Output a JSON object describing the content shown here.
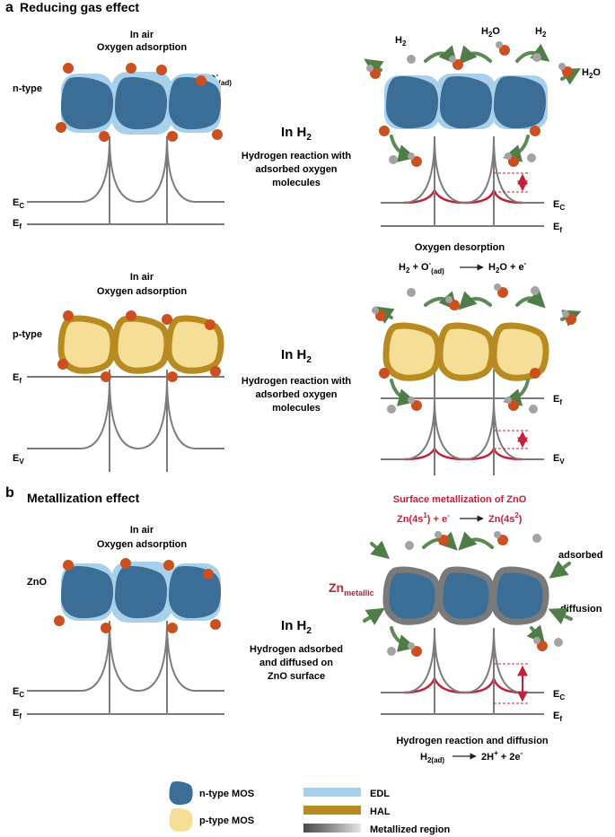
{
  "panel_a": {
    "letter": "a",
    "title": "Reducing gas effect",
    "ntype": {
      "in_air": "In air",
      "oxygen_adsorption": "Oxygen adsorption",
      "type_label": "n-type",
      "oad_main": "O",
      "oad_sup": "-",
      "oad_sub": "(ad)",
      "ec_main": "E",
      "ec_sub": "C",
      "ef_main": "E",
      "ef_sub": "f",
      "in_h2_main": "In H",
      "in_h2_sub": "2",
      "caption_1": "Hydrogen reaction with",
      "caption_2": "adsorbed oxygen",
      "caption_3": "molecules",
      "h2_label_main": "H",
      "h2_label_sub": "2",
      "h2o_label_1": "H",
      "h2o_label_2": "2",
      "h2o_label_3": "O",
      "desorption": "Oxygen desorption",
      "eq_h": "H",
      "eq_2": "2",
      "eq_plus": " + O",
      "eq_sup": "-",
      "eq_sub": "(ad)",
      "eq_rhs_h": "H",
      "eq_rhs_2": "2",
      "eq_rhs_rest": "O + e",
      "eq_rhs_sup": "-"
    },
    "ptype": {
      "in_air": "In air",
      "oxygen_adsorption": "Oxygen adsorption",
      "type_label": "p-type",
      "ef_main": "E",
      "ef_sub": "f",
      "ev_main": "E",
      "ev_sub": "V",
      "in_h2_main": "In H",
      "in_h2_sub": "2",
      "caption_1": "Hydrogen reaction with",
      "caption_2": "adsorbed oxygen",
      "caption_3": "molecules"
    }
  },
  "panel_b": {
    "letter": "b",
    "title": "Metallization effect",
    "in_air": "In air",
    "oxygen_adsorption": "Oxygen adsorption",
    "type_label": "ZnO",
    "ec_main": "E",
    "ec_sub": "C",
    "ef_main": "E",
    "ef_sub": "f",
    "in_h2_main": "In H",
    "in_h2_sub": "2",
    "caption_1": "Hydrogen adsorbed",
    "caption_2": "and diffused on",
    "caption_3": "ZnO surface",
    "surface_title": "Surface metallization of ZnO",
    "zn_eq_lhs": "Zn(4s",
    "zn_eq_lhs_sup": "1",
    "zn_eq_lhs_end": ") + e",
    "zn_eq_lhs_sup2": "-",
    "zn_eq_rhs": "Zn(4s",
    "zn_eq_rhs_sup": "2",
    "zn_eq_rhs_end": ")",
    "zn_metallic_main": "Zn",
    "zn_metallic_sub": "metallic",
    "adsorbed": "adsorbed",
    "diffusion": "diffusion",
    "reaction_title": "Hydrogen reaction and diffusion",
    "h2ad_main": "H",
    "h2ad_sub": "2(ad)",
    "h2ad_rhs": "2H",
    "h2ad_rhs_sup": "+",
    "h2ad_rhs_mid": " + 2e",
    "h2ad_rhs_sup2": "-"
  },
  "legend": {
    "ntype_mos": "n-type MOS",
    "ptype_mos": "p-type MOS",
    "edl": "EDL",
    "hal": "HAL",
    "metallized": "Metallized region"
  },
  "colors": {
    "ntype_core": "#3a6e96",
    "edl": "#a9d0ea",
    "ptype_core": "#f6de96",
    "hal": "#b78a22",
    "metallized": "#7a7a7a",
    "oxygen": "#cc4f1f",
    "hydrogen": "#a3a3a3",
    "band": "#7b7b7b",
    "bend": "#c4203c",
    "arrow": "#5e8a56"
  }
}
